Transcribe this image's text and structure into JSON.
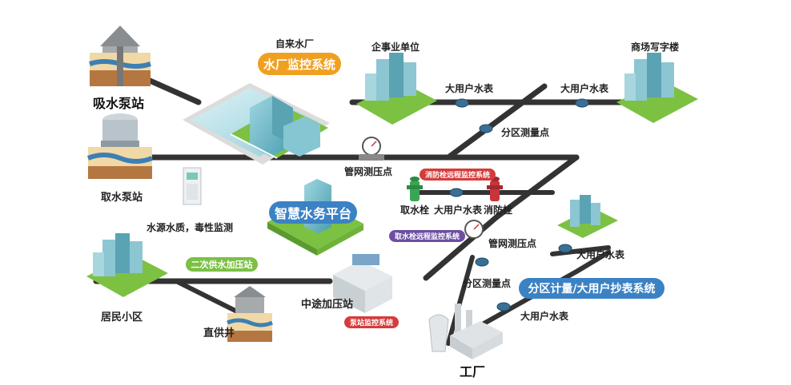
{
  "title": "",
  "colors": {
    "pipe": "#333333",
    "grass": "#7cc142",
    "orange": "#f0a020",
    "blue": "#3b82c4",
    "green": "#7bc043",
    "red": "#d63b3b",
    "purple": "#6c4fa1"
  },
  "labels": {
    "intake_pump": "吸水泵站",
    "water_plant": "自来水厂",
    "enterprise": "企事业单位",
    "commercial": "商场写字楼",
    "big_meter_1": "大用户水表",
    "big_meter_2": "大用户水表",
    "zone_point_1": "分区测量点",
    "pressure_point_1": "管网测压点",
    "source_pump": "取水泵站",
    "water_quality": "水源水质，毒性监测",
    "hydrant_take": "取水栓",
    "big_meter_3": "大用户水表",
    "hydrant_fire": "消防栓",
    "pressure_point_2": "管网测压点",
    "big_meter_4": "大用户水表",
    "zone_point_2": "分区测量点",
    "residential": "居民小区",
    "direct_well": "直供井",
    "booster_station": "中途加压站",
    "big_meter_5": "大用户水表",
    "factory": "工厂"
  },
  "systems": {
    "plant_monitor": "水厂监控系统",
    "smart_platform": "智慧水务平台",
    "secondary_booster": "二次供水加压站",
    "hydrant_remote": "消防栓远程监控系统",
    "intake_hydrant_remote": "取水栓远程监控系统",
    "pump_station_monitor": "泵站监控系统",
    "zone_metering": "分区计量/大用户抄表系统"
  }
}
